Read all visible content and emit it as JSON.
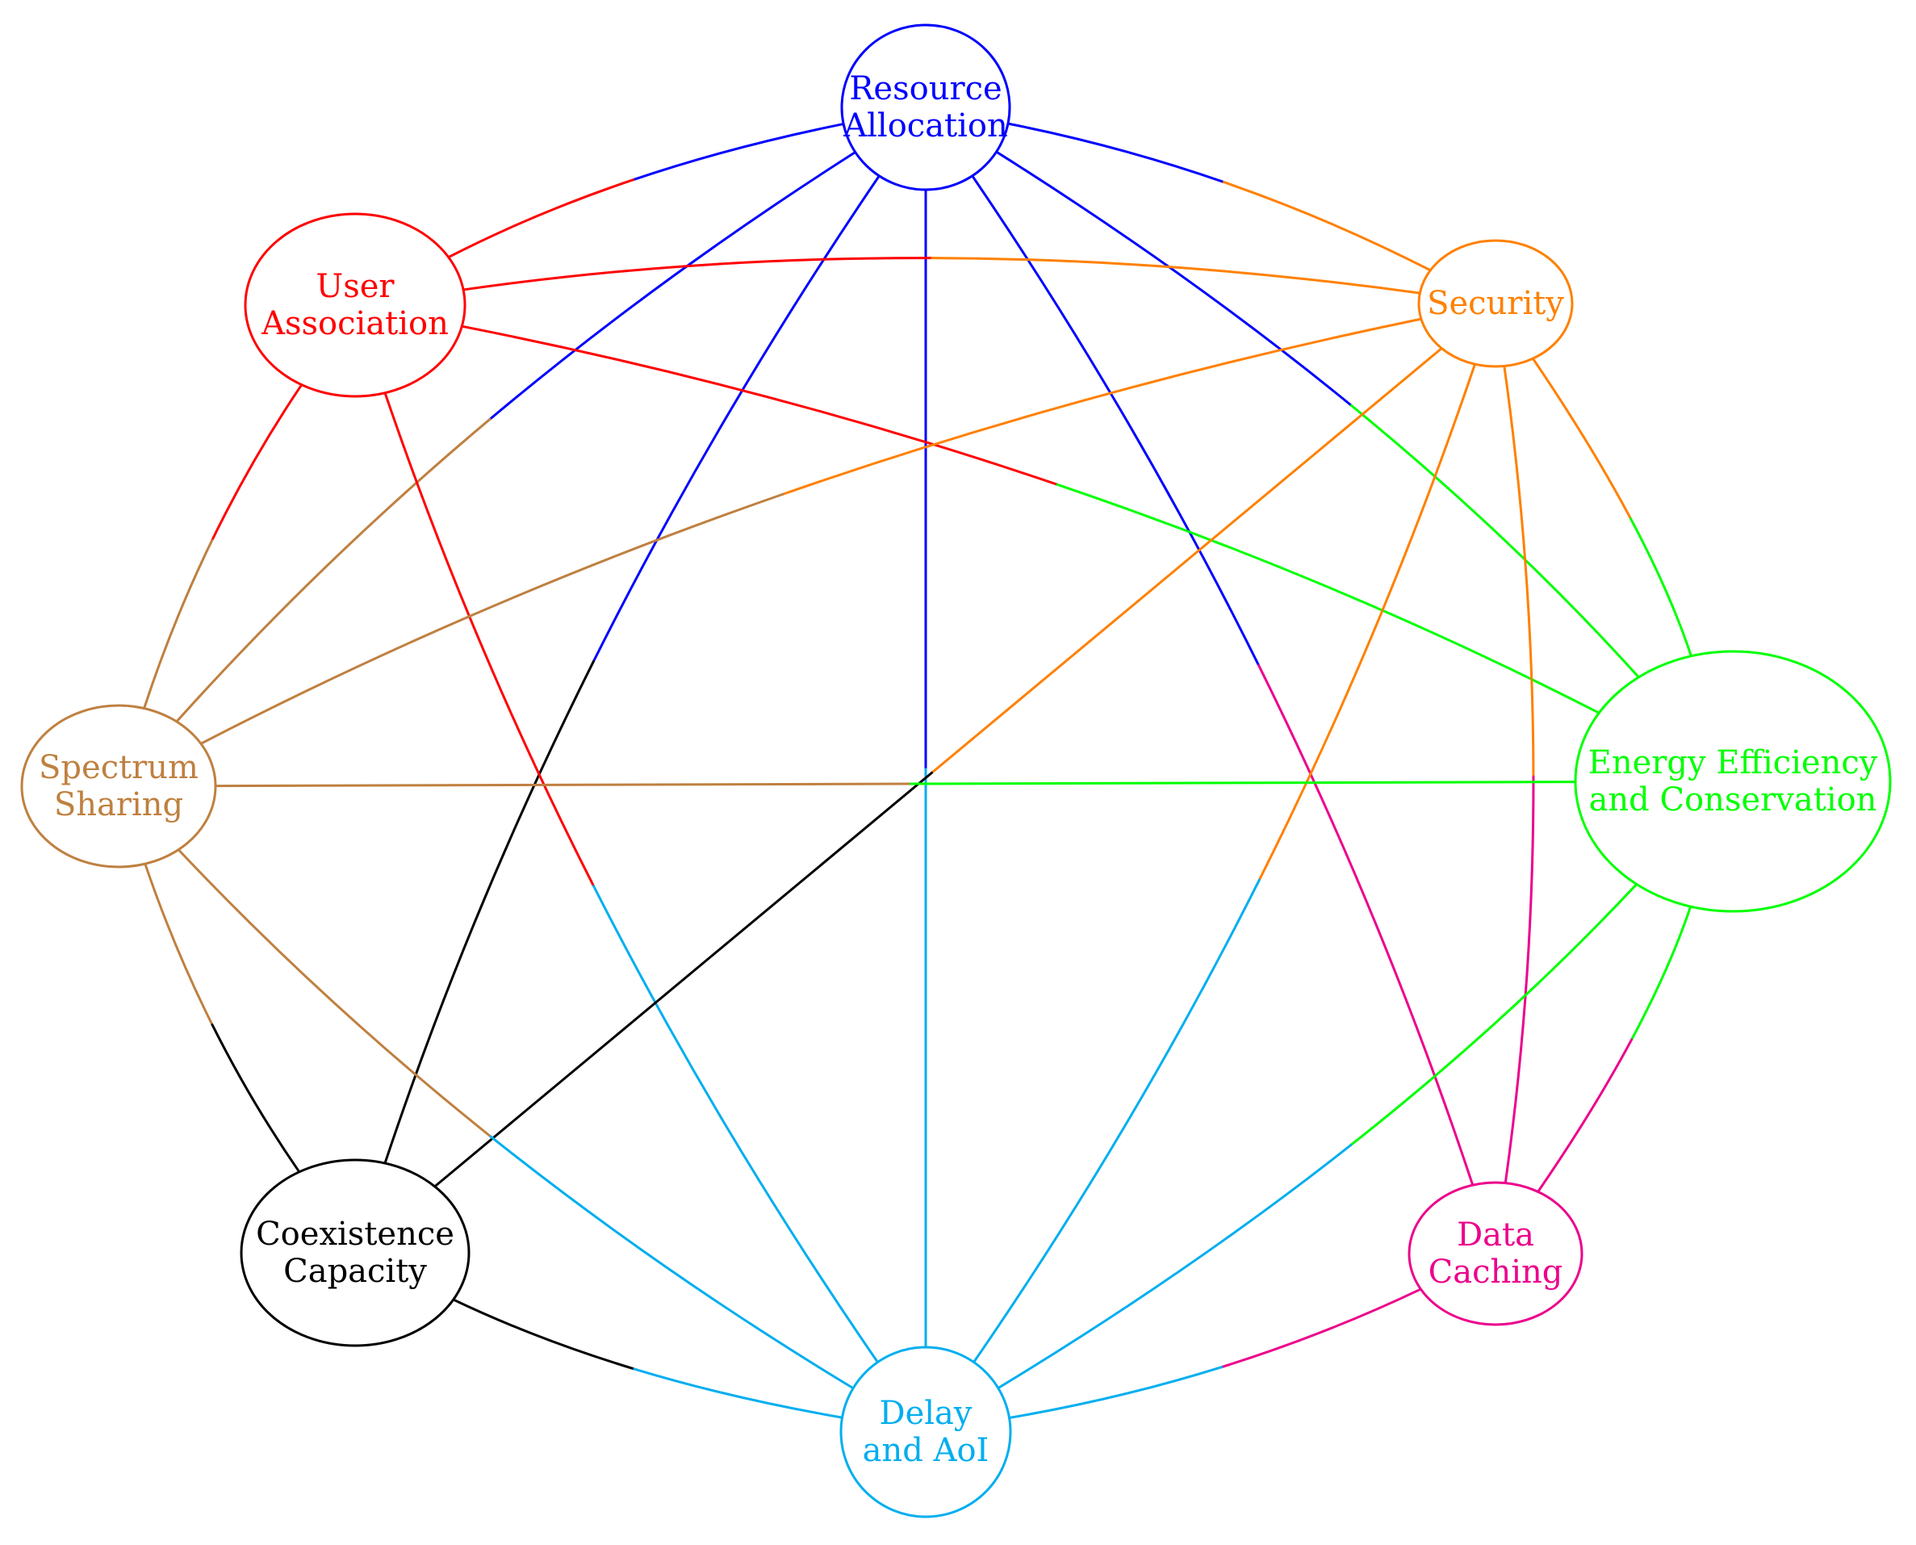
{
  "nodes": [
    {
      "id": "resource_allocation",
      "lines": [
        "Resource",
        "Allocation"
      ],
      "color": "#0000ff"
    },
    {
      "id": "user_association",
      "lines": [
        "User",
        "Association"
      ],
      "color": "#ff0000"
    },
    {
      "id": "security",
      "lines": [
        "Security"
      ],
      "color": "#ff8000"
    },
    {
      "id": "spectrum_sharing",
      "lines": [
        "Spectrum",
        "Sharing"
      ],
      "color": "#bf8040"
    },
    {
      "id": "energy_efficiency",
      "lines": [
        "Energy Efficiency",
        "and Conservation"
      ],
      "color": "#00ff00"
    },
    {
      "id": "coexistence_capacity",
      "lines": [
        "Coexistence",
        "Capacity"
      ],
      "color": "#000000"
    },
    {
      "id": "data_caching",
      "lines": [
        "Data",
        "Caching"
      ],
      "color": "#ec008c"
    },
    {
      "id": "delay_aoi",
      "lines": [
        "Delay",
        "and AoI"
      ],
      "color": "#00aeef"
    }
  ],
  "edges": [
    {
      "from": "resource_allocation",
      "to": "user_association"
    },
    {
      "from": "resource_allocation",
      "to": "security"
    },
    {
      "from": "resource_allocation",
      "to": "spectrum_sharing"
    },
    {
      "from": "resource_allocation",
      "to": "coexistence_capacity"
    },
    {
      "from": "resource_allocation",
      "to": "delay_aoi"
    },
    {
      "from": "resource_allocation",
      "to": "data_caching"
    },
    {
      "from": "resource_allocation",
      "to": "energy_efficiency"
    },
    {
      "from": "user_association",
      "to": "security"
    },
    {
      "from": "user_association",
      "to": "energy_efficiency"
    },
    {
      "from": "user_association",
      "to": "spectrum_sharing"
    },
    {
      "from": "user_association",
      "to": "delay_aoi"
    },
    {
      "from": "security",
      "to": "spectrum_sharing"
    },
    {
      "from": "security",
      "to": "coexistence_capacity"
    },
    {
      "from": "security",
      "to": "delay_aoi"
    },
    {
      "from": "security",
      "to": "data_caching"
    },
    {
      "from": "security",
      "to": "energy_efficiency"
    },
    {
      "from": "spectrum_sharing",
      "to": "energy_efficiency"
    },
    {
      "from": "spectrum_sharing",
      "to": "coexistence_capacity"
    },
    {
      "from": "spectrum_sharing",
      "to": "delay_aoi"
    },
    {
      "from": "energy_efficiency",
      "to": "delay_aoi"
    },
    {
      "from": "energy_efficiency",
      "to": "data_caching"
    },
    {
      "from": "coexistence_capacity",
      "to": "delay_aoi"
    },
    {
      "from": "data_caching",
      "to": "delay_aoi"
    }
  ]
}
